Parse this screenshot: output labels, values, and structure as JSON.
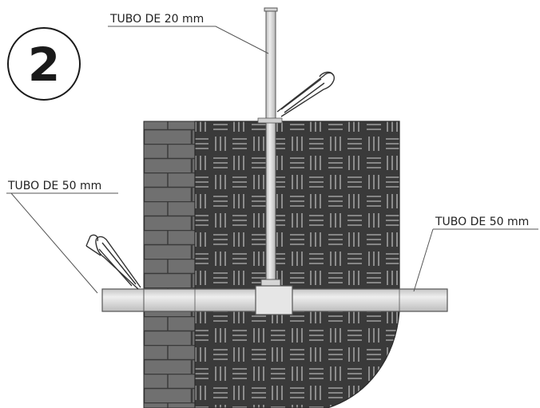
{
  "step": {
    "number": "2"
  },
  "labels": {
    "pipe_top": "TUBO DE 20 mm",
    "pipe_left": "TUBO DE 50 mm",
    "pipe_right": "TUBO DE 50 mm"
  },
  "colors": {
    "brick": "#6d6d6d",
    "brick_mortar": "#3a3a3a",
    "weave_bg": "#3b3b3b",
    "weave_line": "#9a9a9a",
    "pipe_fill": "#d9d9d9",
    "pipe_stroke": "#555555",
    "leader": "#555555"
  }
}
